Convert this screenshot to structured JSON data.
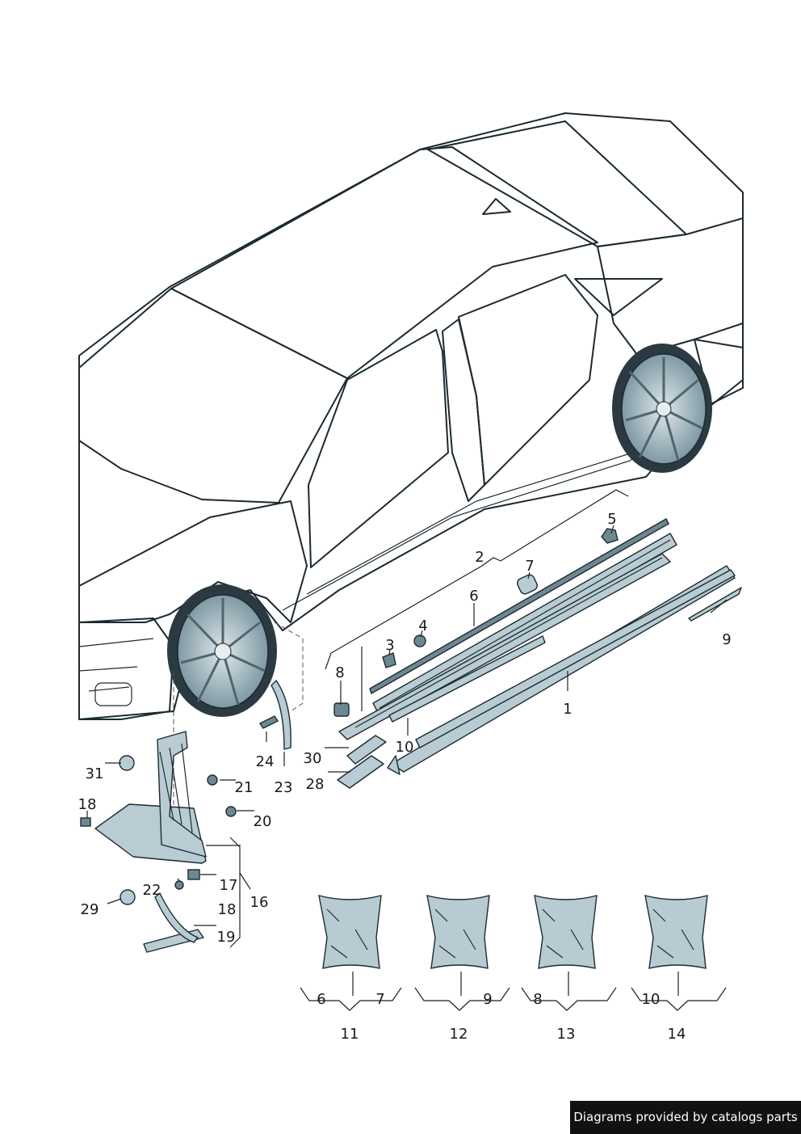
{
  "callouts": {
    "c1": "1",
    "c2": "2",
    "c3": "3",
    "c4": "4",
    "c5": "5",
    "c6": "6",
    "c7": "7",
    "c8": "8",
    "c9": "9",
    "c10": "10",
    "c16": "16",
    "c17": "17",
    "c18a": "18",
    "c18b": "18",
    "c19": "19",
    "c20": "20",
    "c21": "21",
    "c22": "22",
    "c23": "23",
    "c24": "24",
    "c28": "28",
    "c29": "29",
    "c30": "30",
    "c31": "31"
  },
  "kits": [
    {
      "number": "11",
      "left": "6",
      "right": "7"
    },
    {
      "number": "12",
      "left": "",
      "right": "9"
    },
    {
      "number": "13",
      "left": "8",
      "right": ""
    },
    {
      "number": "14",
      "left": "10",
      "right": ""
    }
  ],
  "watermark": "Diagrams provided by catalogs parts"
}
